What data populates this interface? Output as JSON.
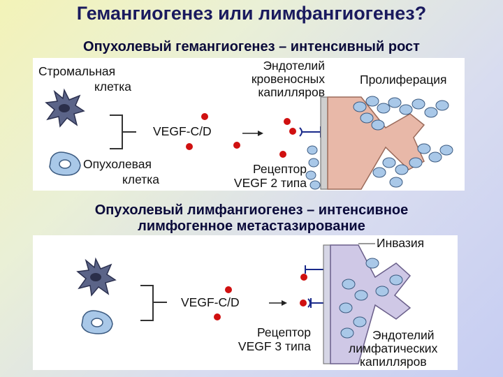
{
  "title": "Гемангиогенез или лимфангиогенез?",
  "section1": {
    "heading": "Опухолевый гемангиогенез – интенсивный рост",
    "stromal_cell": [
      "Стромальная",
      "клетка"
    ],
    "tumor_cell": [
      "Опухолевая",
      "клетка"
    ],
    "factor": "VEGF-C/D",
    "endothelium": [
      "Эндотелий",
      "кровеносных",
      "капилляров"
    ],
    "proliferation": "Пролиферация",
    "receptor": [
      "Рецептор",
      "VEGF 2 типа"
    ]
  },
  "section2": {
    "heading": [
      "Опухолевый лимфангиогенез – интенсивное",
      "лимфогенное метастазирование"
    ],
    "invasion": "Инвазия",
    "factor": "VEGF-C/D",
    "receptor": [
      "Рецептор",
      "VEGF 3 типа"
    ],
    "endothelium": [
      "Эндотелий",
      "лимфатических",
      "капилляров"
    ]
  },
  "colors": {
    "title": "#1a1a5e",
    "dots": "#d01010",
    "blood_vessel": "#e8b8a8",
    "lymph_vessel": "#cfc8e6",
    "cells": "#a9c8e8"
  }
}
